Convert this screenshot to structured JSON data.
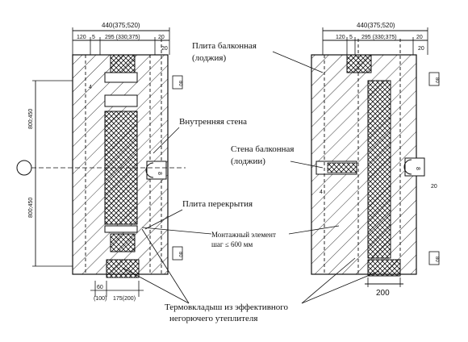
{
  "left_section": {
    "dim_total": "440(375;520)",
    "dim_a": "120",
    "dim_b": "5",
    "dim_core": "295 (330;375)",
    "dim_c": "20",
    "dim_d": "20",
    "dim_e": "80",
    "dim_f": "80",
    "dim_h1": "800;450",
    "dim_h2": "800;450",
    "dim_g": "60",
    "dim_g2": "(100)",
    "dim_h": "175(200)",
    "dim_circle": "8",
    "dim_side": "4"
  },
  "right_section": {
    "dim_total": "440(375;520)",
    "dim_a": "120",
    "dim_b": "5",
    "dim_core": "295 (330;375)",
    "dim_c": "20",
    "dim_d": "20",
    "dim_e": "80",
    "dim_f": "80",
    "dim_g": "20",
    "dim_bottom": "200",
    "dim_circle": "8",
    "dim_side": "4"
  },
  "labels": {
    "balcony_slab_1": "Плита балконная",
    "balcony_slab_2": "(лоджия)",
    "inner_wall": "Внутренняя стена",
    "balcony_wall_1": "Стена балконная",
    "balcony_wall_2": "(лоджии)",
    "floor_slab": "Плита перекрытия",
    "mount_element_1": "Монтажный элемент",
    "mount_element_2": "шаг ≤ 600 мм",
    "thermal_insert_1": "Термовкладыш из эффективного",
    "thermal_insert_2": "негорючего утеплителя"
  }
}
